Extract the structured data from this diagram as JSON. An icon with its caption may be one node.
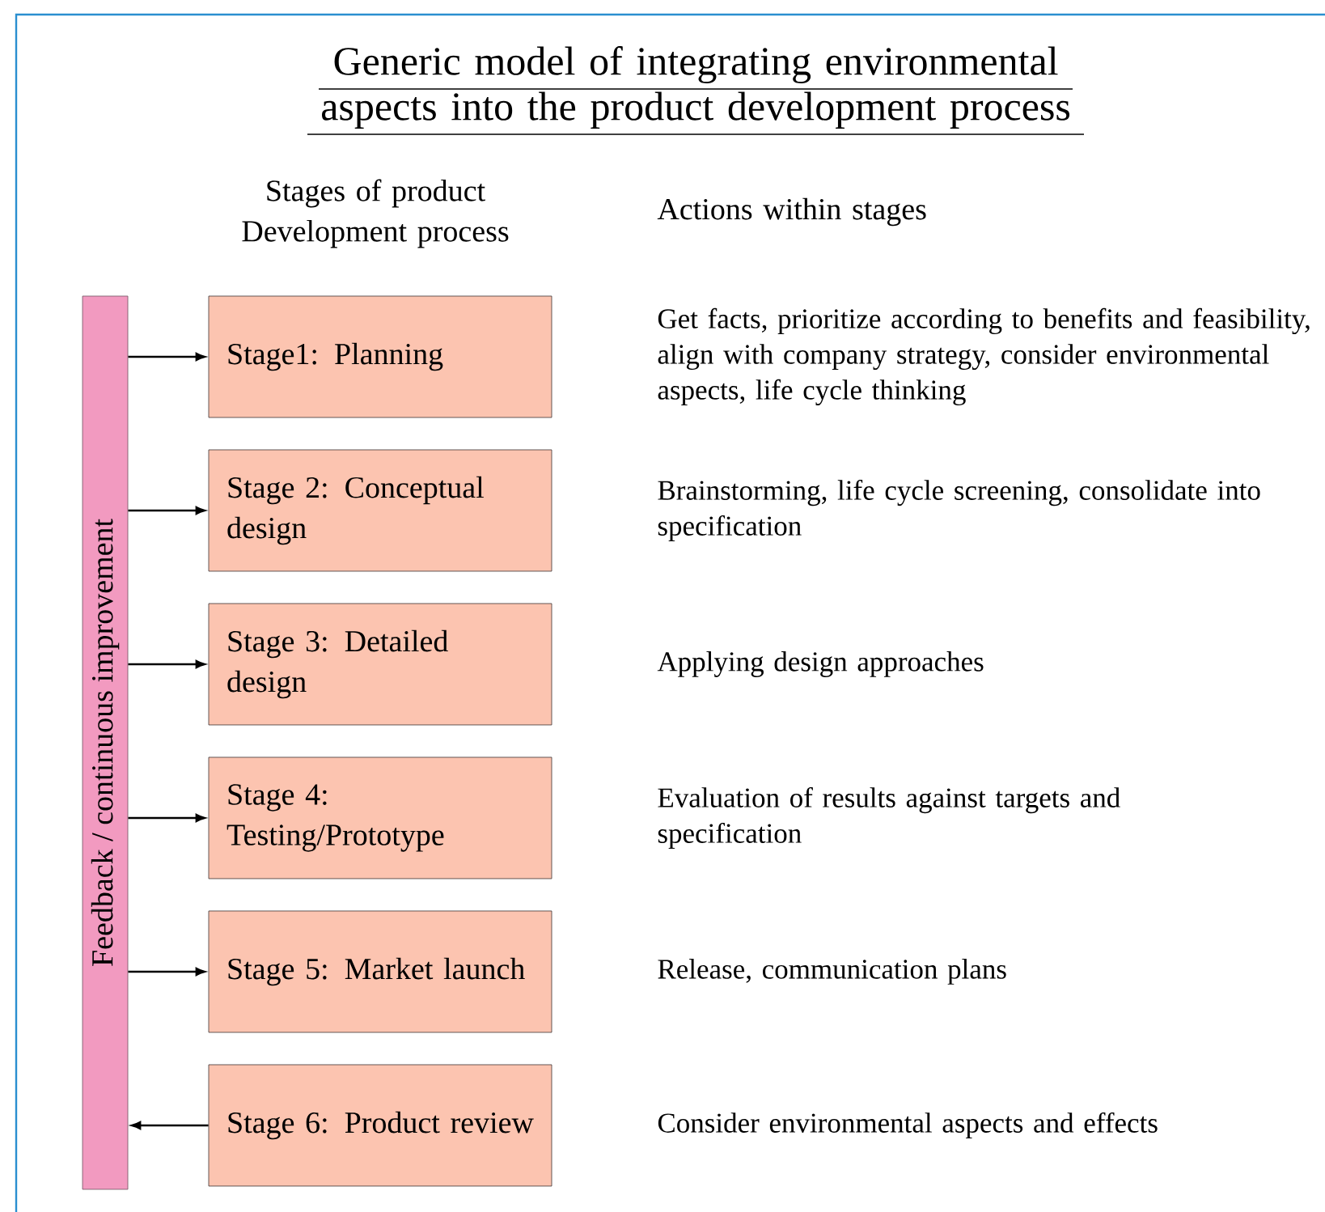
{
  "diagram": {
    "title": "Generic model of integrating environmental aspects into the product development process",
    "nodes": [
      {
        "text": [
          "Feedback / continuous improvement"
        ]
      },
      {
        "text": [
          "Stage1: Planning"
        ],
        "beside": [
          "Get facts, prioritize according to benefits and feasibility, align with company strategy, consider environmental aspects, life cycle thinking"
        ]
      },
      {
        "text": [
          "Stage 2: Conceptual design"
        ],
        "beside": [
          "Brainstorming, life cycle screening, consolidate into specification"
        ]
      },
      {
        "text": [
          "Stage 3: Detailed design"
        ],
        "beside": [
          "Applying design approaches"
        ]
      },
      {
        "text": [
          "Stage 4: Testing/Prototype"
        ],
        "beside": [
          "Evaluation of results against targets and specification"
        ]
      },
      {
        "text": [
          "Stage 5: Market launch"
        ],
        "beside": [
          "Release, communication plans"
        ]
      },
      {
        "text": [
          "Stage 6: Product review"
        ],
        "beside": [
          "Consider environmental aspects and effects"
        ]
      }
    ],
    "edges": [
      {
        "from": 0,
        "to": 1,
        "arrow": "to"
      },
      {
        "from": 0,
        "to": 2,
        "arrow": "to"
      },
      {
        "from": 0,
        "to": 3,
        "arrow": "to"
      },
      {
        "from": 0,
        "to": 4,
        "arrow": "to"
      },
      {
        "from": 0,
        "to": 5,
        "arrow": "to"
      },
      {
        "from": 6,
        "to": 0,
        "arrow": "to"
      }
    ],
    "labels": [
      "Stages of product Development process",
      "Actions within stages"
    ]
  }
}
